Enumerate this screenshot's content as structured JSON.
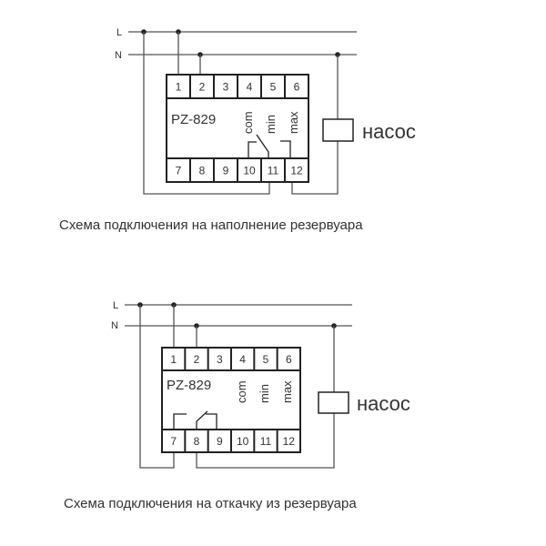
{
  "diagrams": [
    {
      "line_labels": [
        "L",
        "N"
      ],
      "model": "PZ-829",
      "terminals_top": [
        "1",
        "2",
        "3",
        "4",
        "5",
        "6"
      ],
      "terminals_bottom": [
        "7",
        "8",
        "9",
        "10",
        "11",
        "12"
      ],
      "contact_labels": [
        "com",
        "min",
        "max"
      ],
      "load_label": "насос",
      "caption": "Схема подключения на наполнение резервуара"
    },
    {
      "line_labels": [
        "L",
        "N"
      ],
      "model": "PZ-829",
      "terminals_top": [
        "1",
        "2",
        "3",
        "4",
        "5",
        "6"
      ],
      "terminals_bottom": [
        "7",
        "8",
        "9",
        "10",
        "11",
        "12"
      ],
      "contact_labels": [
        "com",
        "min",
        "max"
      ],
      "load_label": "насос",
      "caption": "Схема подключения на откачку из  резервуара"
    }
  ]
}
